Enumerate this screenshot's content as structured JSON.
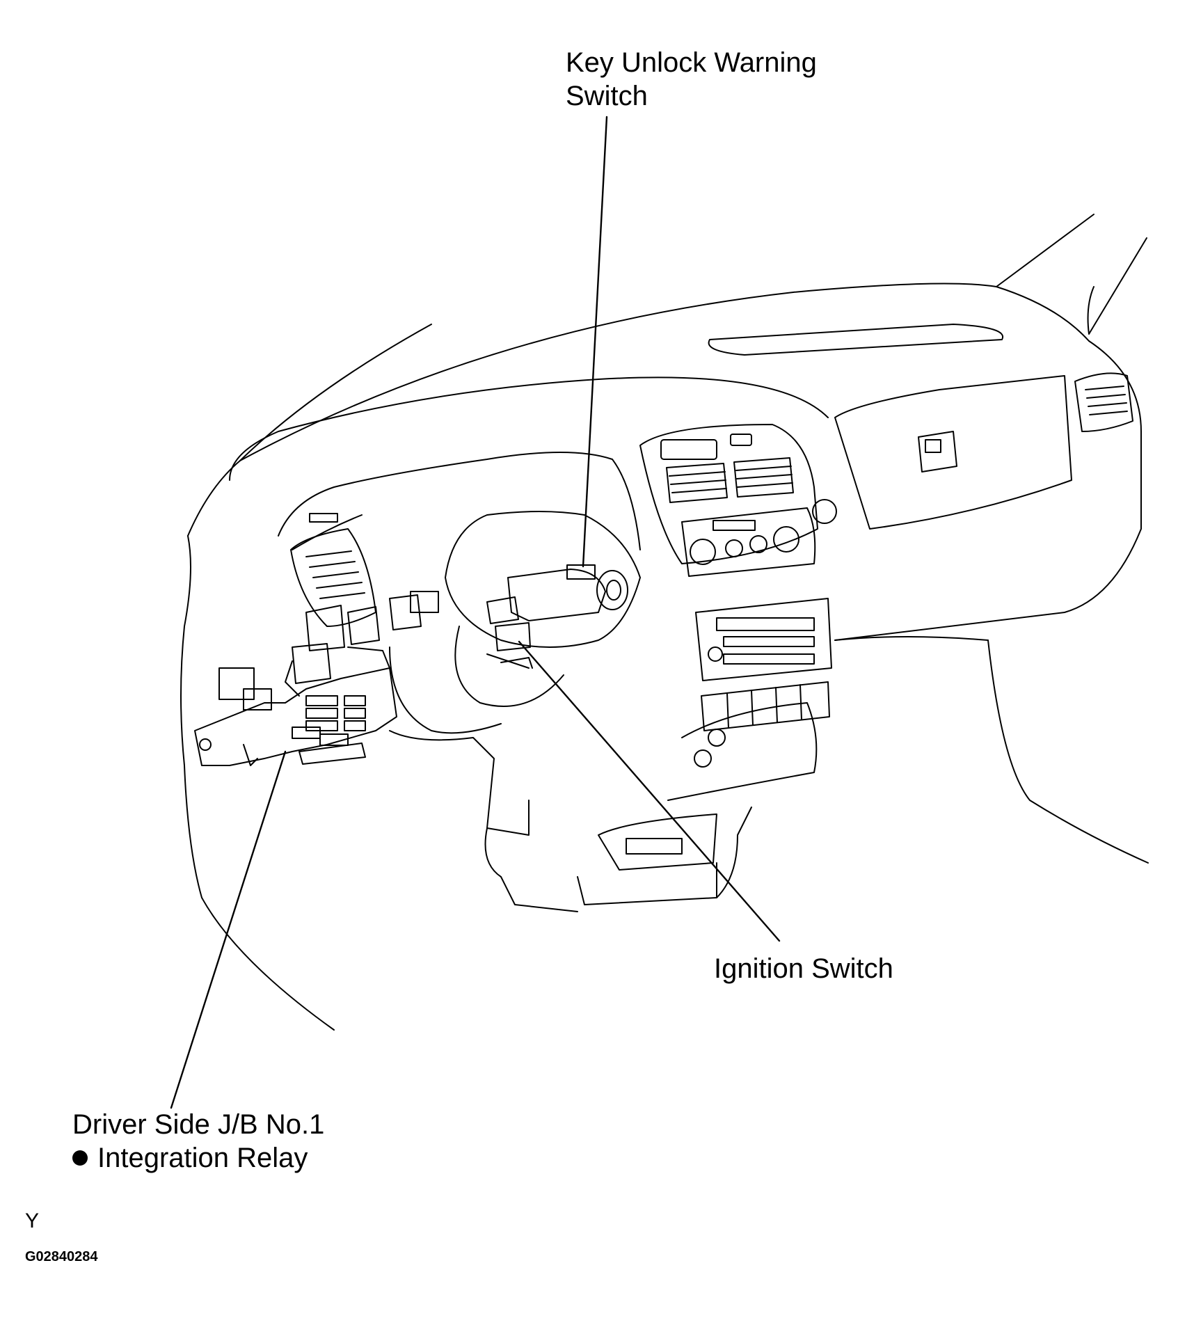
{
  "labels": {
    "key_unlock_line1": "Key Unlock Warning",
    "key_unlock_line2": "Switch",
    "ignition_switch": "Ignition Switch",
    "jb_line1": "Driver Side J/B No.1",
    "jb_line2": "Integration Relay"
  },
  "corner_letter": "Y",
  "figure_code": "G02840284",
  "colors": {
    "line": "#000000",
    "background": "#ffffff"
  }
}
